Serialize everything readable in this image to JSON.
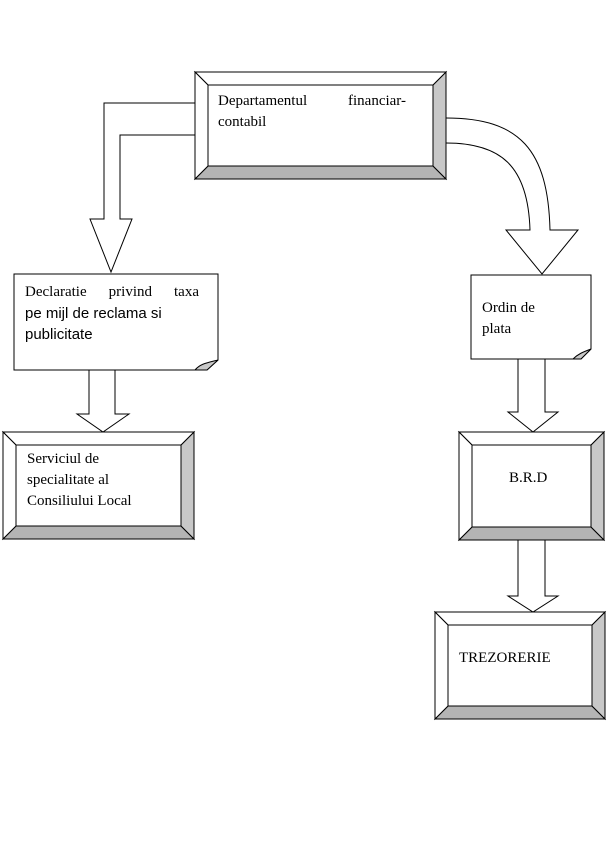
{
  "nodes": {
    "dept": {
      "line1": "Departamentul financiar-",
      "line2": "contabil"
    },
    "declaratie": {
      "line1": "Declaratie privind taxa",
      "line2": "pe mijl de reclama si",
      "line3": "publicitate"
    },
    "ordin": {
      "line1": "Ordin de",
      "line2": "plata"
    },
    "serviciu": {
      "line1": "Serviciul de",
      "line2": "specialitate al",
      "line3": "Consiliului Local"
    },
    "brd": {
      "label": "B.R.D"
    },
    "trezorerie": {
      "label": "TREZORERIE"
    }
  }
}
